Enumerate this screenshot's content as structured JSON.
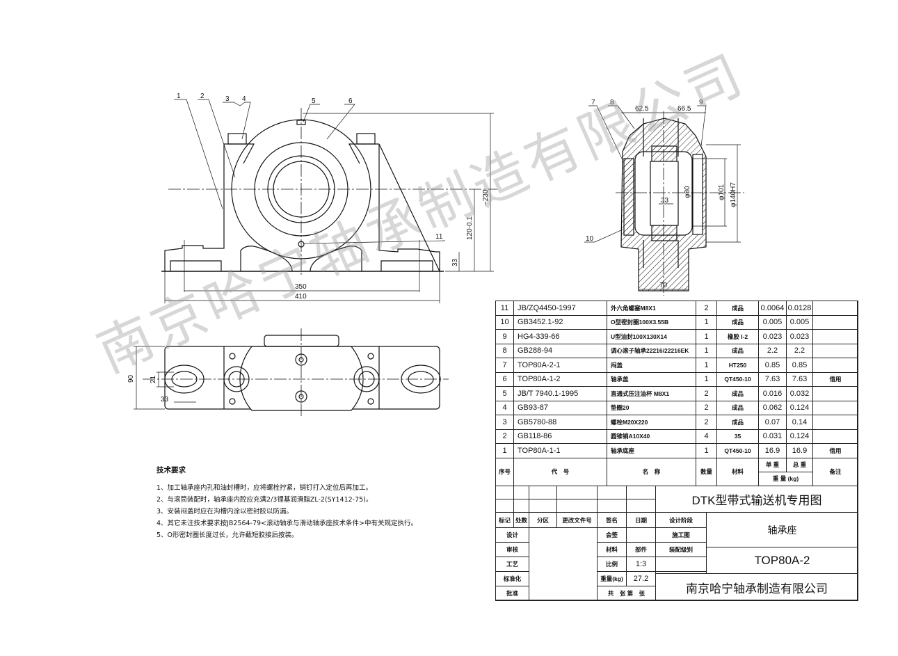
{
  "watermark": "南京哈宁轴承制造有限公司",
  "front_view": {
    "part_labels": [
      "1",
      "2",
      "3",
      "4",
      "5",
      "6",
      "11"
    ],
    "dimensions": {
      "d350": "350",
      "d410": "410",
      "d230": "~230",
      "d120": "120-0.1",
      "d33": "33"
    }
  },
  "side_view": {
    "part_labels": [
      "7",
      "8",
      "9",
      "10"
    ],
    "dimensions": {
      "d62_5": "62.5",
      "d66_5": "66.5",
      "d70": "70",
      "d33": "33",
      "phi80": "φ80",
      "phi101": "φ101",
      "phi140": "φ140H7"
    }
  },
  "plan_view": {
    "dimensions": {
      "d90": "90",
      "d21": "21",
      "d33": "33"
    }
  },
  "technical_requirements": {
    "title": "技术要求",
    "items": [
      "1、加工轴承座内孔和油封槽时，应将螺栓拧紧，销钉打入定位后再加工。",
      "2、与滚筒装配时，轴承座内腔应充满2/3锂基润滑脂ZL-2(SY1412-75)。",
      "3、安装闷盖时应在沟槽内涂以密封胶以防漏。",
      "4、其它未注技术要求按JB2564-79<滚动轴承与滑动轴承座技术条件>中有关规定执行。",
      "5、O形密封圈长度过长，允许截短胶接后按装。"
    ]
  },
  "parts_list": {
    "rows": [
      [
        "11",
        "JB/ZQ4450-1997",
        "外六角螺塞M8X1",
        "2",
        "成品",
        "0.0064",
        "0.0128",
        ""
      ],
      [
        "10",
        "GB3452.1-92",
        "O型密封圈100X3.55B",
        "1",
        "成品",
        "0.005",
        "0.005",
        ""
      ],
      [
        "9",
        "HG4-339-66",
        "U型油封100X130X14",
        "1",
        "橡胶 I-2",
        "0.023",
        "0.023",
        ""
      ],
      [
        "8",
        "GB288-94",
        "调心滚子轴承22216/22216EK",
        "1",
        "成品",
        "2.2",
        "2.2",
        ""
      ],
      [
        "7",
        "TOP80A-2-1",
        "闷盖",
        "1",
        "HT250",
        "0.85",
        "0.85",
        ""
      ],
      [
        "6",
        "TOP80A-1-2",
        "轴承盖",
        "1",
        "QT450-10",
        "7.63",
        "7.63",
        "借用"
      ],
      [
        "5",
        "JB/T 7940.1-1995",
        "直通式压注油杯 M8X1",
        "2",
        "成品",
        "0.016",
        "0.032",
        ""
      ],
      [
        "4",
        "GB93-87",
        "垫圈20",
        "2",
        "成品",
        "0.062",
        "0.124",
        ""
      ],
      [
        "3",
        "GB5780-88",
        "螺栓M20X220",
        "2",
        "成品",
        "0.07",
        "0.14",
        ""
      ],
      [
        "2",
        "GB118-86",
        "圆锥销A10X40",
        "4",
        "35",
        "0.031",
        "0.124",
        ""
      ],
      [
        "1",
        "TOP80A-1-1",
        "轴承底座",
        "1",
        "QT450-10",
        "16.9",
        "16.9",
        "借用"
      ]
    ],
    "header": {
      "seq": "序号",
      "code": "代　号",
      "name": "名　称",
      "qty": "数量",
      "material": "材料",
      "unit_weight": "单 重",
      "total_weight": "总 重",
      "weight": "重 量 (kg)",
      "remark": "备注"
    }
  },
  "title_block": {
    "drawing_series": "DTK型带式输送机专用图",
    "part_name": "轴承座",
    "drawing_number": "TOP80A-2",
    "company": "南京哈宁轴承制造有限公司",
    "rev_headers": [
      "标记",
      "处数",
      "分区",
      "更改文件号",
      "签名",
      "日期"
    ],
    "roles": [
      "设计",
      "审核",
      "工艺",
      "标准化",
      "批准"
    ],
    "countersign": "会签",
    "material_label": "材料",
    "material_value": "部件",
    "scale_label": "比例",
    "scale_value": "1:3",
    "weight_label": "重量(kg)",
    "weight_value": "27.2",
    "sheets": "共　张 第　张",
    "design_stage": "设计阶段",
    "construction": "施工图",
    "assembly_level": "装配级别"
  }
}
